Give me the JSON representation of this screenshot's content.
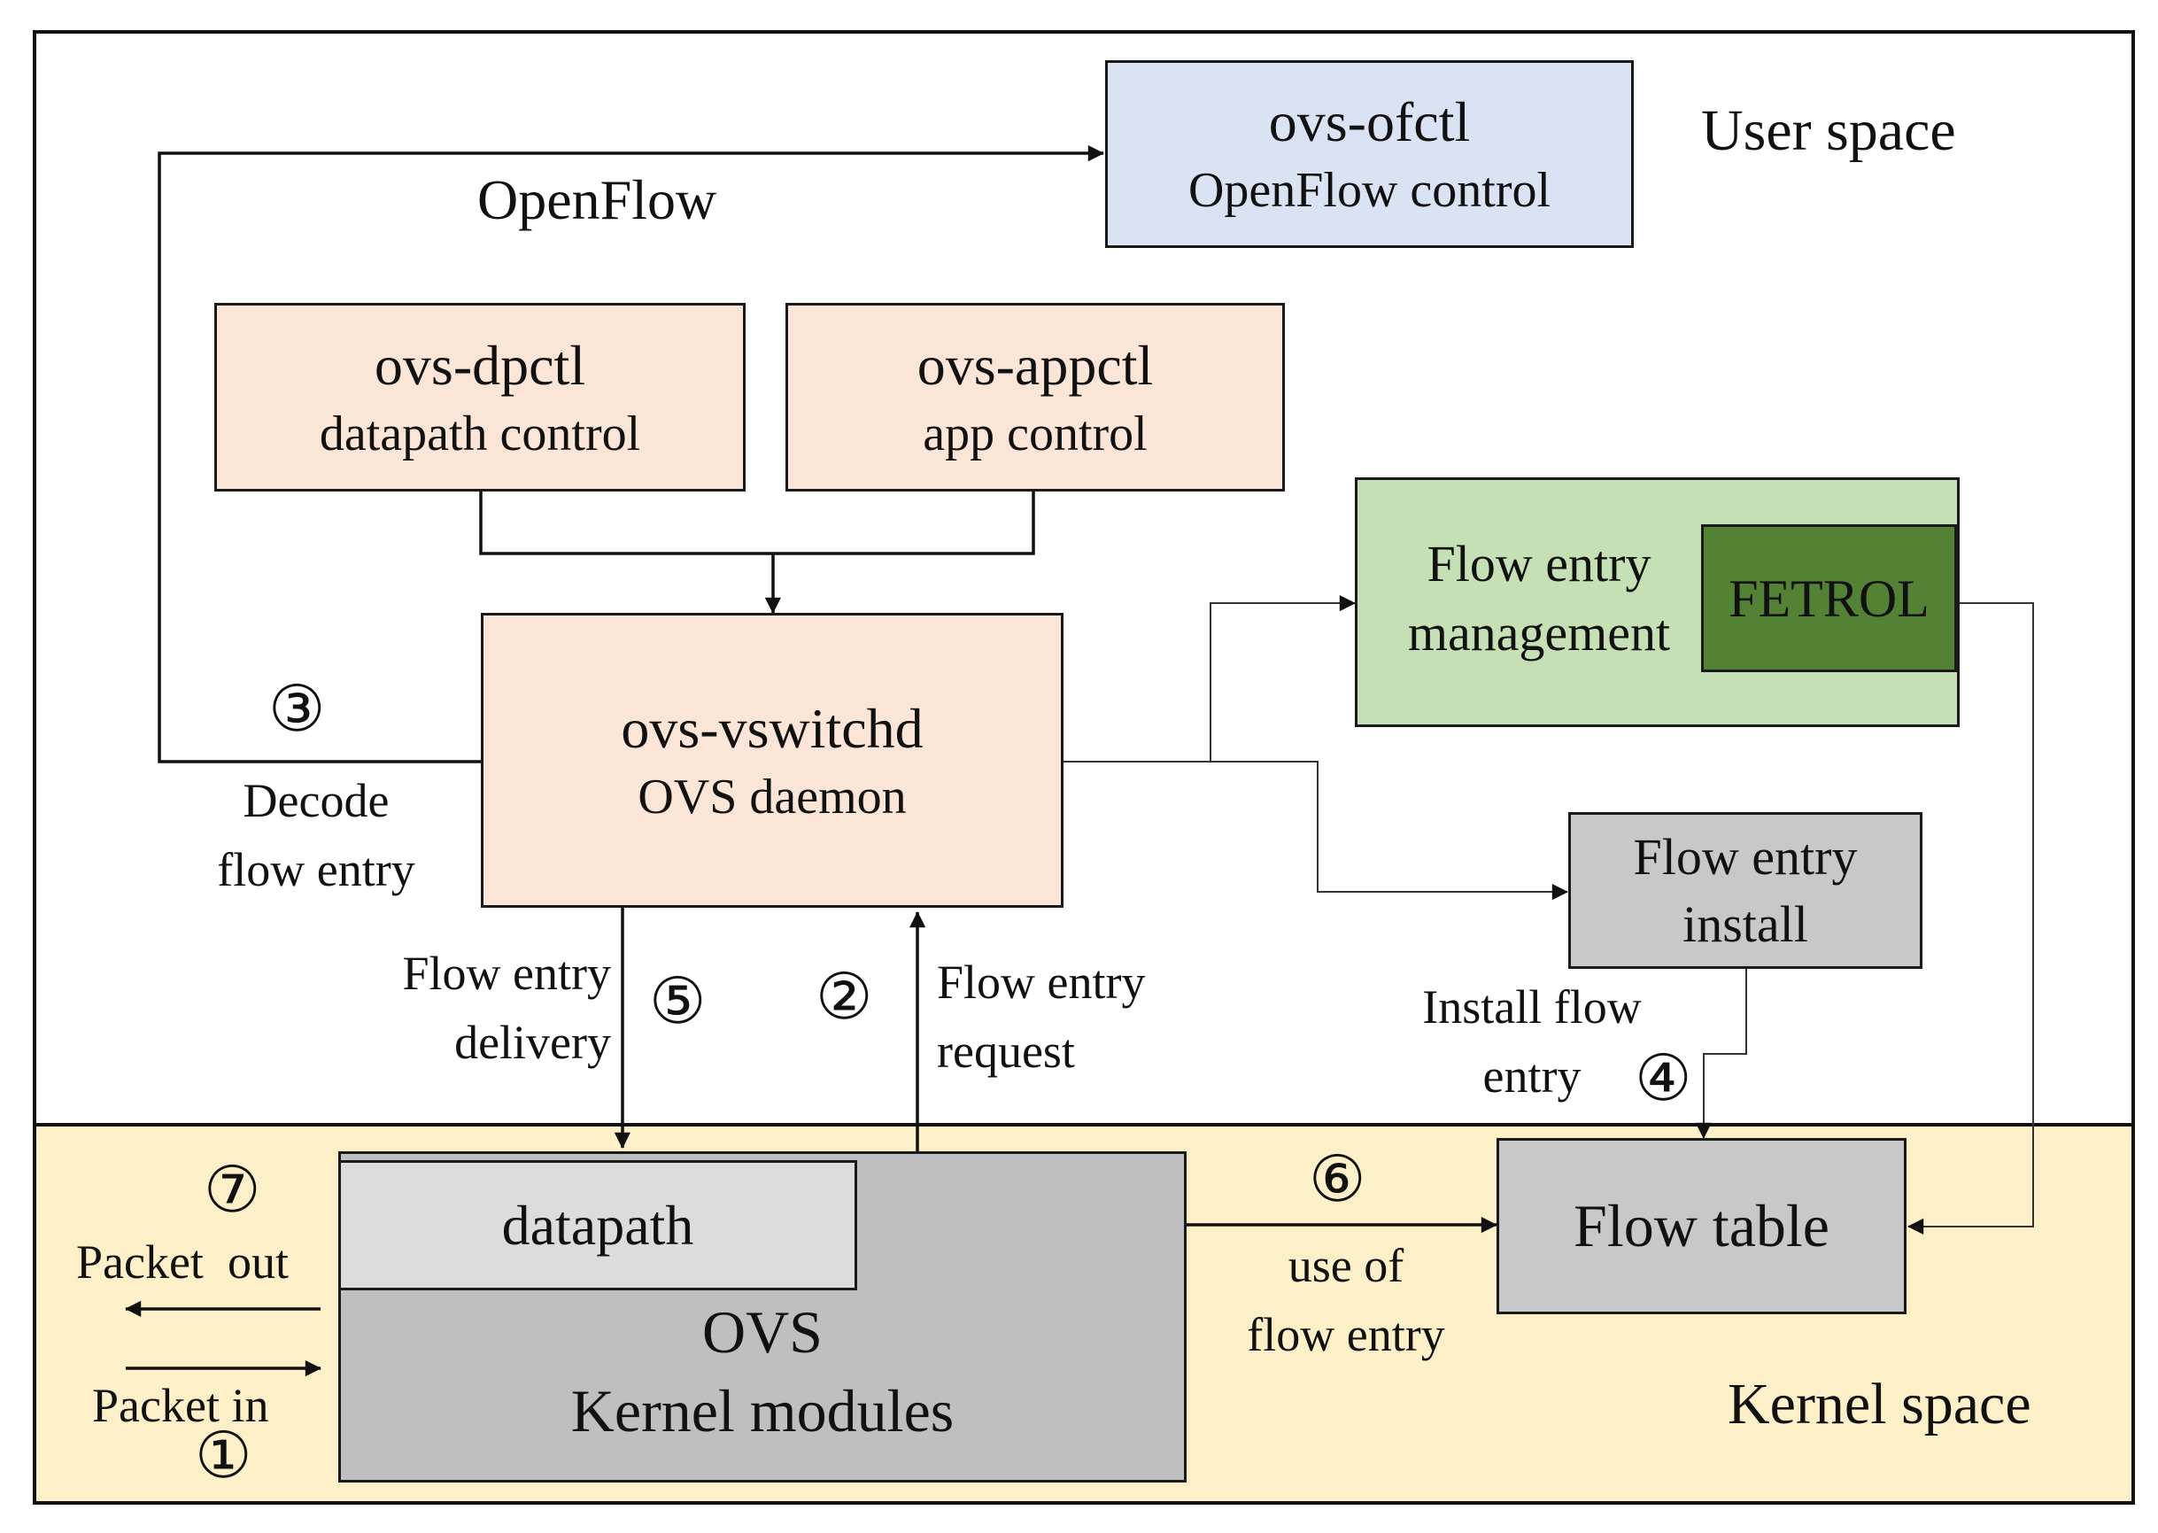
{
  "regions": {
    "user_space": "User space",
    "kernel_space": "Kernel space"
  },
  "nodes": {
    "ovs_ofctl": {
      "title": "ovs-ofctl",
      "subtitle": "OpenFlow control"
    },
    "ovs_dpctl": {
      "title": "ovs-dpctl",
      "subtitle": "datapath control"
    },
    "ovs_appctl": {
      "title": "ovs-appctl",
      "subtitle": "app control"
    },
    "ovs_vswitchd": {
      "title": "ovs-vswitchd",
      "subtitle": "OVS daemon"
    },
    "flow_mgmt": {
      "line1": "Flow entry",
      "line2": "management"
    },
    "fetrol": {
      "title": "FETROL"
    },
    "flow_install": {
      "line1": "Flow entry",
      "line2": "install"
    },
    "flow_table": {
      "title": "Flow table"
    },
    "datapath": {
      "title": "datapath"
    },
    "kernel_modules": {
      "line1": "OVS",
      "line2": "Kernel modules"
    }
  },
  "edge_labels": {
    "openflow": "OpenFlow",
    "decode": {
      "line1": "Decode",
      "line2": "flow entry"
    },
    "delivery": {
      "line1": "Flow entry",
      "line2": "delivery"
    },
    "request": {
      "line1": "Flow entry",
      "line2": "request"
    },
    "install_flow": {
      "line1": "Install flow",
      "line2": "entry"
    },
    "use_of": {
      "line1": "use of",
      "line2": "flow entry"
    },
    "packet_out": "Packet  out",
    "packet_in": "Packet in"
  },
  "step_markers": {
    "s1": "①",
    "s2": "②",
    "s3": "③",
    "s4": "④",
    "s5": "⑤",
    "s6": "⑥",
    "s7": "⑦"
  },
  "colors": {
    "kernel_bg": "#fdf0c8",
    "ofctl_fill": "#dae3f3",
    "daemon_fill": "#fbe5d6",
    "mgmt_fill": "#c5e0b4",
    "fetrol_fill": "#548235",
    "gray_fill": "#c8c8c8",
    "kernel_fill": "#bfbfbf",
    "datapath_fill": "#dcdcdc"
  }
}
